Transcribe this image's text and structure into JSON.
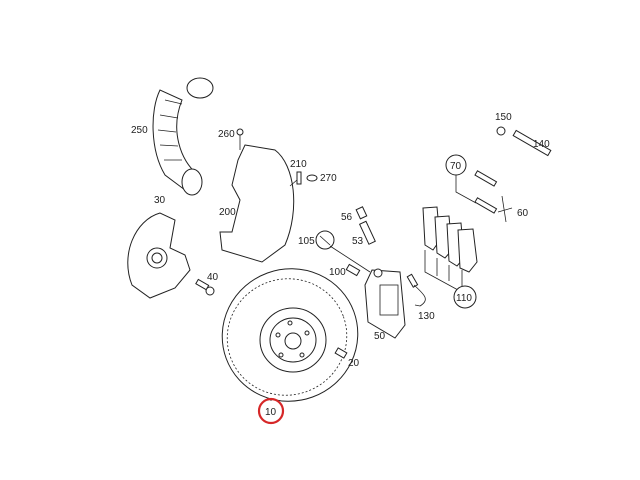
{
  "diagram": {
    "highlight_color": "#d62728",
    "highlighted_part": "10",
    "callouts": {
      "p250": "250",
      "p260": "260",
      "p210": "210",
      "p270": "270",
      "p200": "200",
      "p30": "30",
      "p40": "40",
      "p150": "150",
      "p140": "140",
      "p70": "70",
      "p60": "60",
      "p56": "56",
      "p53": "53",
      "p105": "105",
      "p100": "100",
      "p110": "110",
      "p130": "130",
      "p50": "50",
      "p20": "20",
      "p10": "10"
    }
  }
}
